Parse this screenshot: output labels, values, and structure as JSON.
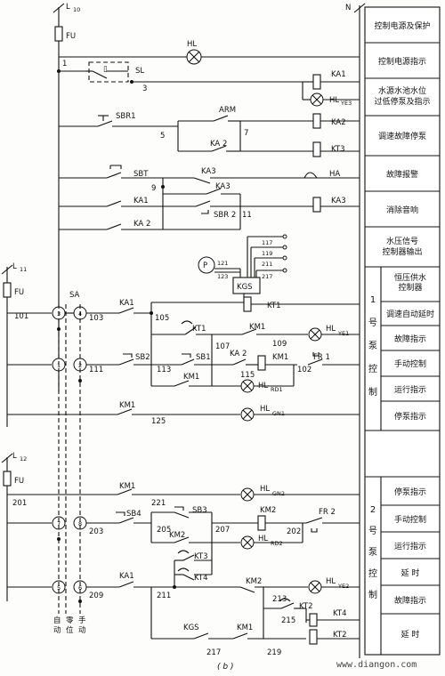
{
  "supplies": {
    "l10": "L",
    "l10_sub": "10",
    "n": "N",
    "l11": "L",
    "l11_sub": "11",
    "l12": "L",
    "l12_sub": "12",
    "fu": "FU"
  },
  "side_panel": {
    "top": [
      "控制电源及保护",
      "控制电源指示",
      "水源水池水位\n过低停泵及指示",
      "调速故障停泵",
      "故障报警",
      "消除音响",
      "水压信号\n控制器输出"
    ],
    "pump1_group": "1\n号\n泵\n控\n制",
    "pump1_items": [
      "恒压供水\n控制器",
      "调速自动延时",
      "故障指示",
      "手动控制",
      "运行指示",
      "停泵指示"
    ],
    "pump2_group": "2\n号\n泵\n控\n制",
    "pump2_items": [
      "停泵指示",
      "手动控制",
      "运行指示",
      "延  时",
      "故障指示",
      "延  时"
    ]
  },
  "components": {
    "HL": "HL",
    "SL": "SL",
    "KA1": "KA1",
    "HL_YE3": "HL",
    "YE3": "YE3",
    "SBR1": "SBR1",
    "ARM": "ARM",
    "KA2": "KA2",
    "KT3": "KT3",
    "SBT": "SBT",
    "KA3": "KA3",
    "HA": "HA",
    "SBR2": "SBR 2",
    "KA2b": "KA 2",
    "P": "P",
    "KGS": "KGS",
    "KT1": "KT1",
    "HL_YE1": "HL",
    "YE1": "YE1",
    "KM1": "KM1",
    "SB2": "SB2",
    "SB1": "SB1",
    "KA2c": "KA 2",
    "FR1": "FR 1",
    "HL_RD1": "HL",
    "RD1": "RD1",
    "HL_GN1": "HL",
    "GN1": "GN1",
    "HL_GN2": "HL",
    "GN2": "GN2",
    "SB4": "SB4",
    "SB3": "SB3",
    "KM2": "KM2",
    "FR2": "FR 2",
    "HL_RD2": "HL",
    "RD2": "RD2",
    "KT4": "KT4",
    "HL_YE2": "HL",
    "YE2": "YE2",
    "KT2": "KT2",
    "SA": "SA"
  },
  "nodes": {
    "n1": "1",
    "n3": "3",
    "n5": "5",
    "n7": "7",
    "n9": "9",
    "n11": "11",
    "n117": "117",
    "n119": "119",
    "n211": "211",
    "n217": "217",
    "n121": "121",
    "n123": "123",
    "n101": "101",
    "n103": "103",
    "n105": "105",
    "n107": "107",
    "n109": "109",
    "n111": "111",
    "n113": "113",
    "n115": "115",
    "n102": "102",
    "n125": "125",
    "n201": "201",
    "n221": "221",
    "n203": "203",
    "n205": "205",
    "n207": "207",
    "n202": "202",
    "n209": "209",
    "n211b": "211",
    "n213": "213",
    "n215": "215",
    "n217b": "217",
    "n219": "219"
  },
  "terminals": [
    "3",
    "4",
    "1",
    "2",
    "7",
    "8",
    "5",
    "6"
  ],
  "sa_labels": {
    "auto": "自\n动",
    "zero": "零\n位",
    "manual": "手\n动"
  },
  "caption": "( b )",
  "watermark": "www.diangon.com"
}
